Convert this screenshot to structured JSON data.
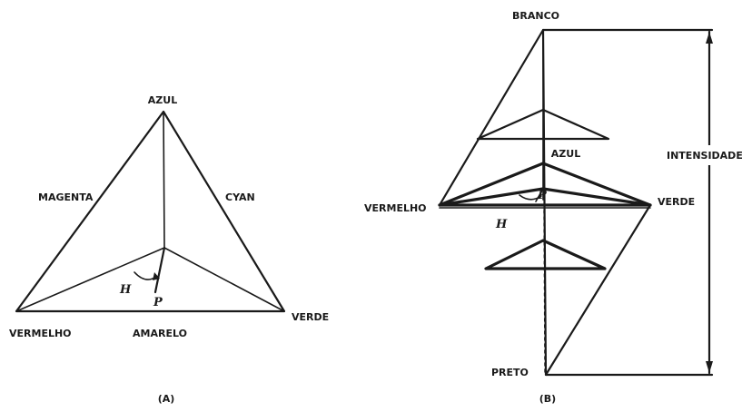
{
  "figure_a": {
    "caption": "(A)",
    "vertices": {
      "top": "AZUL",
      "left": "VERMELHO",
      "right": "VERDE"
    },
    "edges": {
      "left": "MAGENTA",
      "right": "CYAN",
      "bottom": "AMARELO"
    },
    "symbols": {
      "hue": "H",
      "point": "P"
    }
  },
  "figure_b": {
    "caption": "(B)",
    "vertices": {
      "top": "BRANCO",
      "bottom": "PRETO",
      "left": "VERMELHO",
      "right": "VERDE",
      "inner": "AZUL"
    },
    "axis_label": "INTENSIDADE",
    "symbols": {
      "hue": "H",
      "point": "P"
    }
  }
}
